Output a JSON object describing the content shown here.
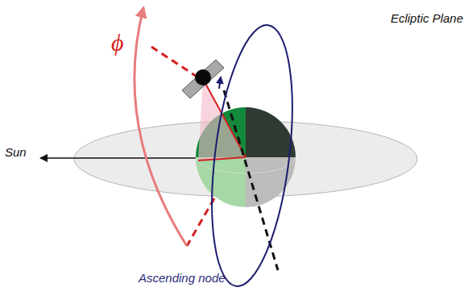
{
  "diagram": {
    "labels": [
      "ϕ",
      "Ecliptic Plane",
      "Sun",
      "Ascending node"
    ]
  }
}
